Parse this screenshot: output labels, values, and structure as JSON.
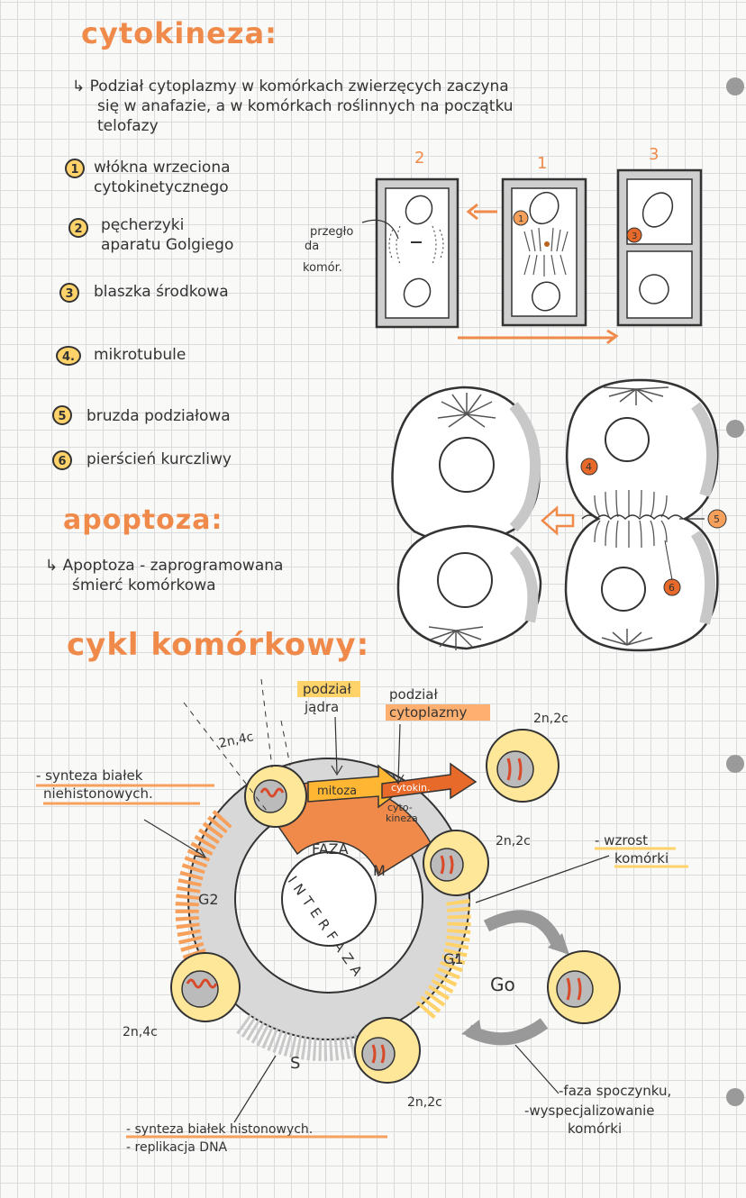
{
  "headings": {
    "cytokinesis": "cytokineza:",
    "apoptosis": "apoptoza:",
    "cell_cycle": "cykl komórkowy:"
  },
  "cytokinesis_text": {
    "line1": "↳ Podział cytoplazmy w komórkach zwierzęcych zaczyna",
    "line2": "się w anafazie, a w komórkach roślinnych na początku",
    "line3": "telofazy"
  },
  "legend": [
    {
      "num": "1",
      "line1": "włókna wrzeciona",
      "line2": "cytokinetycznego"
    },
    {
      "num": "2",
      "line1": "pęcherzyki",
      "line2": "aparatu Golgiego"
    },
    {
      "num": "3",
      "line1": "blaszka środkowa",
      "line2": ""
    },
    {
      "num": "4.",
      "line1": "mikrotubule",
      "line2": ""
    },
    {
      "num": "5",
      "line1": "bruzda podziałowa",
      "line2": ""
    },
    {
      "num": "6",
      "line1": "pierścień kurczliwy",
      "line2": ""
    }
  ],
  "plant_diagram": {
    "step_labels": [
      "2",
      "1",
      "3"
    ],
    "marker_1": "1",
    "marker_3": "3",
    "annotation_line1": "przegło",
    "annotation_line2": "da",
    "annotation_line3": "komór."
  },
  "animal_diagram": {
    "marker_4": "4",
    "marker_5": "5",
    "marker_6": "6"
  },
  "apoptosis_text": {
    "line1": "↳ Apoptoza - zaprogramowana",
    "line2": "śmierć komórkowa"
  },
  "cycle": {
    "label_nuclear_division_1": "podział",
    "label_nuclear_division_2": "jądra",
    "label_cytoplasm_division_1": "podział",
    "label_cytoplasm_division_2": "cytoplazmy",
    "mitosis": "mitoza",
    "cytokin": "cytokin.",
    "cytokineza_1": "cyto-",
    "cytokineza_2": "kineza",
    "phase_m_1": "FAZA",
    "phase_m_2": "M",
    "interphase": "INTERFAZA",
    "g2": "G2",
    "g1": "G1",
    "g0": "Go",
    "s": "S",
    "ploidy_top": "2n,4c",
    "ploidy_top_right": "2n,2c",
    "ploidy_right": "2n,2c",
    "ploidy_left": "2n,4c",
    "ploidy_bottom": "2n,2c",
    "note_nonhistone_1": "- synteza białek",
    "note_nonhistone_2": "niehistonowych.",
    "note_growth_1": "- wzrost",
    "note_growth_2": "komórki",
    "note_rest_1": "-faza spoczynku,",
    "note_rest_2": "-wyspecjalizowanie",
    "note_rest_3": "komórki",
    "note_histone": "- synteza białek histonowych.",
    "note_dna": "- replikacja DNA"
  },
  "colors": {
    "heading": "#f08a4a",
    "yellow": "#ffd36a",
    "orange": "#f6a05c",
    "deep_orange": "#e86a2a",
    "red": "#d84a2a"
  }
}
